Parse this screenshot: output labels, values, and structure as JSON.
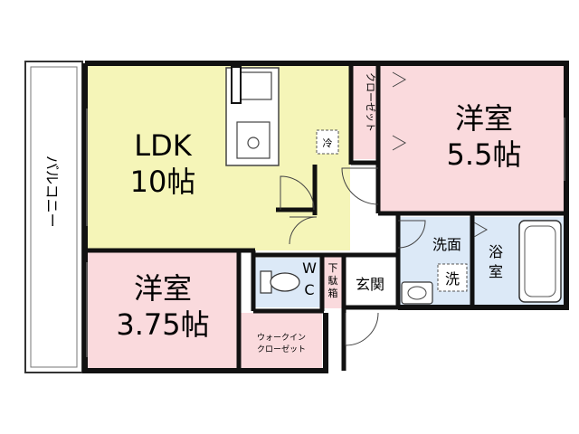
{
  "rooms": {
    "ldk": {
      "name": "LDK",
      "size": "10帖",
      "color": "#f5f5b8"
    },
    "western_large": {
      "name": "洋室",
      "size": "5.5帖",
      "color": "#fadadd"
    },
    "western_small": {
      "name": "洋室",
      "size": "3.75帖",
      "color": "#fadadd"
    },
    "closet": {
      "name": "クローゼット",
      "color": "#fadadd"
    },
    "walk_in_closet": {
      "line1": "ウォークイン",
      "line2": "クローゼット",
      "color": "#fadadd"
    },
    "washroom": {
      "name": "洗面",
      "color": "#dce9f7"
    },
    "bath": {
      "line1": "浴",
      "line2": "室",
      "color": "#dce9f7"
    },
    "wc": {
      "line1": "W",
      "line2": "C",
      "color": "#dce9f7"
    },
    "entrance": {
      "name": "玄関"
    },
    "shoe_box": {
      "line1": "下",
      "line2": "駄",
      "line3": "箱",
      "color": "#fadadd"
    },
    "balcony": {
      "name": "バルコニー"
    }
  },
  "symbols": {
    "fridge": "冷",
    "washer": "洗"
  },
  "colors": {
    "wall": "#111111",
    "yellow_room": "#f5f5b8",
    "pink_room": "#fadadd",
    "blue_room": "#dce9f7"
  }
}
